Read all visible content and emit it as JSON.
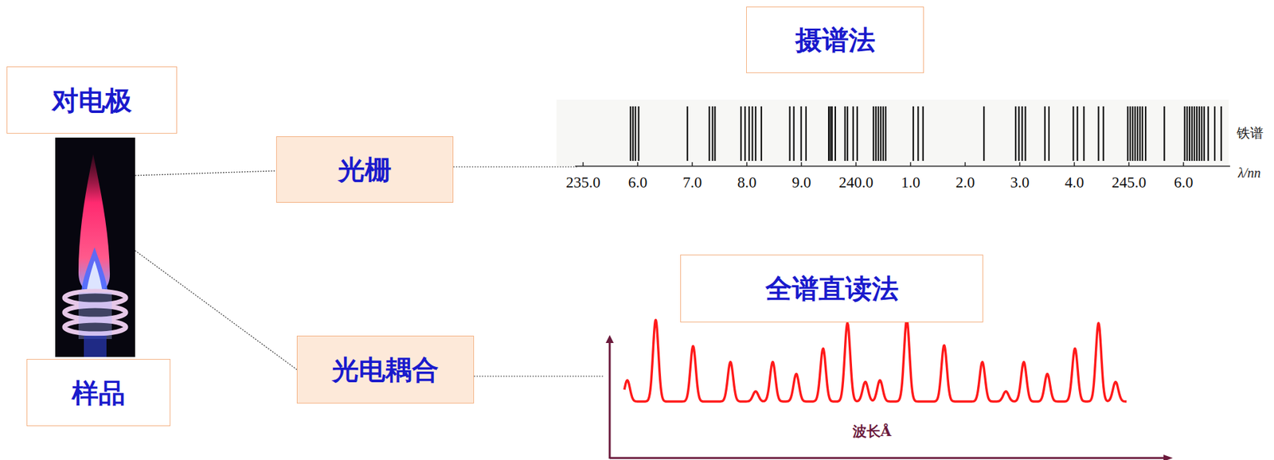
{
  "diagram": {
    "nodes": [
      {
        "text": [
          "对电极"
        ]
      },
      {
        "text": [
          "光栅"
        ]
      },
      {
        "text": [
          "摄谱法"
        ]
      },
      {
        "text": [
          "光电耦合"
        ]
      },
      {
        "text": [
          "全谱直读法"
        ]
      },
      {
        "text": [
          "样品"
        ]
      }
    ],
    "labels": [
      "235.0",
      "6.0",
      "7.0",
      "8.0",
      "9.0",
      "240.0",
      "1.0",
      "2.0",
      "3.0",
      "4.0",
      "245.0",
      "6.0",
      "铁谱",
      "λ/nn",
      "波长Å"
    ]
  }
}
